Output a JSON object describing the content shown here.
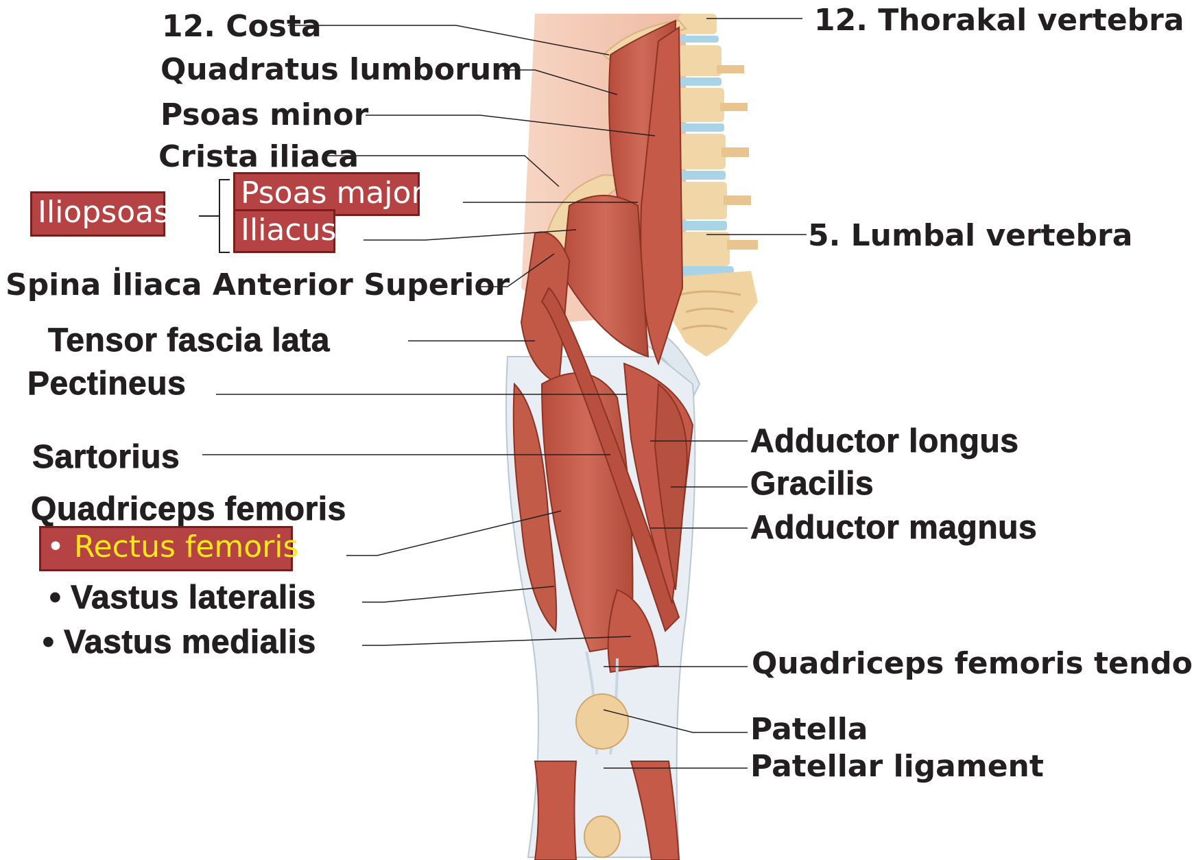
{
  "labels": {
    "costa": "12. Costa",
    "quadratus": "Quadratus lumborum",
    "psoas_minor": "Psoas minor",
    "crista": "Crista iliaca",
    "iliopsoas": "Iliopsoas",
    "psoas_major": "Psoas major",
    "iliacus": "Iliacus",
    "spina": "Spina İliaca Anterior Superior",
    "tensor": "Tensor fascia lata",
    "pectineus": "Pectineus",
    "sartorius": "Sartorius",
    "quadriceps": "Quadriceps femoris",
    "rectus_bullet": "• ",
    "rectus": "Rectus femoris",
    "vastus_lat": "• Vastus lateralis",
    "vastus_med": "• Vastus medialis",
    "thorakal": "12. Thorakal vertebra",
    "lumbal": "5. Lumbal vertebra",
    "add_longus": "Adductor longus",
    "gracilis": "Gracilis",
    "add_magnus": "Adductor magnus",
    "quad_tendon": "Quadriceps femoris tendonu",
    "patella": "Patella",
    "patellar_lig": "Patellar ligament"
  },
  "colors": {
    "muscle": "#c75a4b",
    "muscle_dark": "#a8432f",
    "skin": "#f2c4ae",
    "bone": "#f1d6a8",
    "disc": "#a9d4e6",
    "tendon": "#e9eef5",
    "highlight_box": "#b64343",
    "highlight_text": "#ffe81a"
  }
}
